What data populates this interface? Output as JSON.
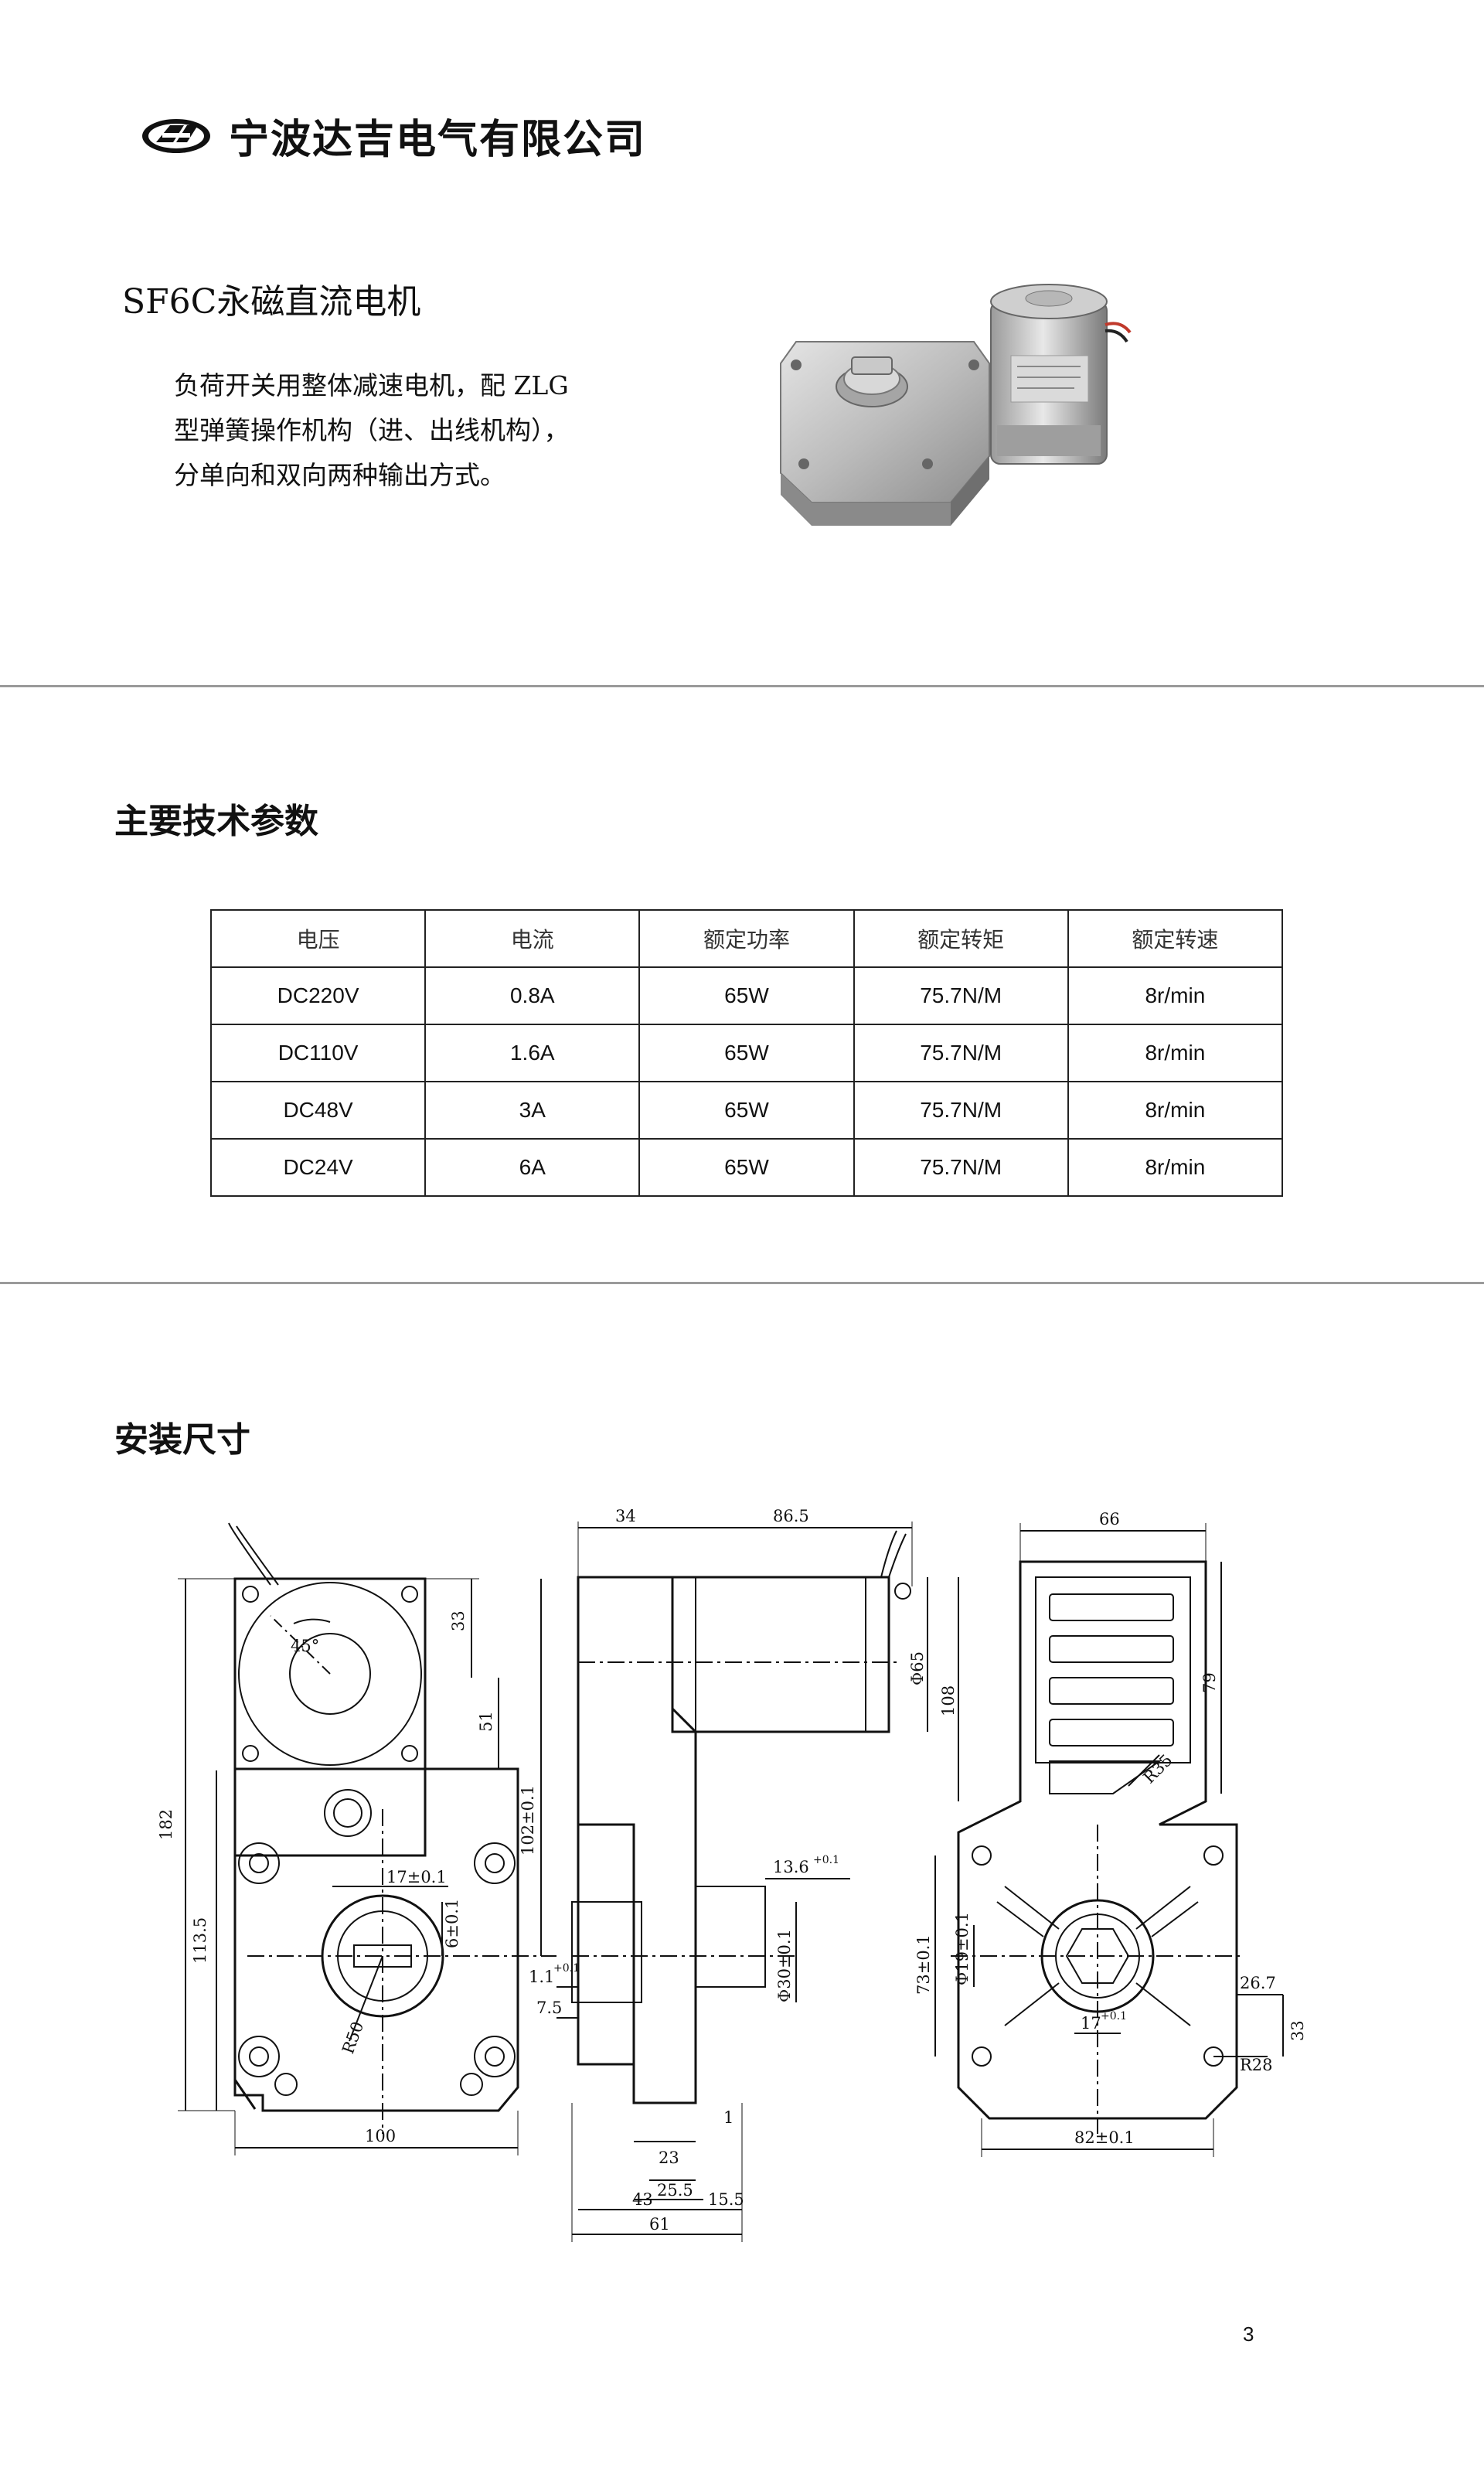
{
  "header": {
    "logo_icon": "dj-oval-logo",
    "company_name": "宁波达吉电气有限公司"
  },
  "product": {
    "title": "SF6C永磁直流电机",
    "description_lines": [
      "负荷开关用整体减速电机，配 ZLG",
      "型弹簧操作机构（进、出线机构），",
      "分单向和双向两种输出方式。"
    ],
    "photo_icon": "gear-motor-photo"
  },
  "specs": {
    "title": "主要技术参数",
    "columns": [
      "电压",
      "电流",
      "额定功率",
      "额定转矩",
      "额定转速"
    ],
    "rows": [
      [
        "DC220V",
        "0.8A",
        "65W",
        "75.7N/M",
        "8r/min"
      ],
      [
        "DC110V",
        "1.6A",
        "65W",
        "75.7N/M",
        "8r/min"
      ],
      [
        "DC48V",
        "3A",
        "65W",
        "75.7N/M",
        "8r/min"
      ],
      [
        "DC24V",
        "6A",
        "65W",
        "75.7N/M",
        "8r/min"
      ]
    ]
  },
  "installation": {
    "title": "安装尺寸",
    "dims": {
      "front_height_total": "182",
      "front_height_lower": "113.5",
      "front_top": "33",
      "front_mid": "51",
      "front_102": "102±0.1",
      "front_17": "17±0.1",
      "front_6_3": "6±0.1",
      "front_angle": "45°",
      "front_r50": "R50",
      "front_width": "100",
      "side_34": "34",
      "side_86_5": "86.5",
      "side_phi65": "Φ65",
      "side_108": "108",
      "side_13_6": "13.6",
      "side_13_6_tol": "+0.1",
      "side_phi30": "Φ30±0.1",
      "side_1_1": "1.1",
      "side_1_1_tol": "+0.1",
      "side_7_5": "7.5",
      "side_1": "1",
      "side_23": "23",
      "side_25_5": "25.5",
      "side_43": "43",
      "side_15_5": "15.5",
      "side_61": "61",
      "rear_66": "66",
      "rear_79": "79",
      "rear_r35": "R35",
      "rear_73": "73±0.1",
      "rear_phi19": "Φ19±0.1",
      "rear_17": "17",
      "rear_17_tol": "+0.1",
      "rear_26_7": "26.7",
      "rear_33": "33",
      "rear_r28": "R28",
      "rear_82": "82±0.1"
    }
  },
  "footer": {
    "page_number": "3"
  }
}
